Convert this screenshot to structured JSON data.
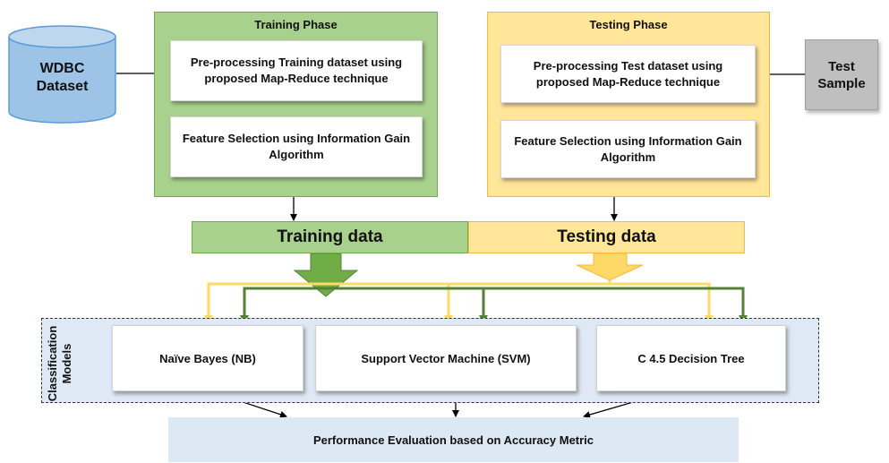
{
  "dataset": {
    "label_line1": "WDBC",
    "label_line2": "Dataset"
  },
  "test_sample": {
    "label_line1": "Test",
    "label_line2": "Sample"
  },
  "training_phase": {
    "title": "Training Phase",
    "preprocess": "Pre-processing Training dataset using proposed Map-Reduce technique",
    "feature_selection": "Feature Selection using Information Gain Algorithm"
  },
  "testing_phase": {
    "title": "Testing Phase",
    "preprocess": "Pre-processing Test dataset using proposed Map-Reduce technique",
    "feature_selection": "Feature Selection using Information Gain Algorithm"
  },
  "data_split": {
    "training_label": "Training data",
    "testing_label": "Testing data"
  },
  "classification": {
    "label_line1": "Classification",
    "label_line2": "Models",
    "models": [
      "Naïve Bayes (NB)",
      "Support Vector Machine (SVM)",
      "C 4.5 Decision Tree"
    ]
  },
  "evaluation": {
    "label": "Performance Evaluation based on Accuracy Metric"
  },
  "colors": {
    "training_fill": "#a9d18e",
    "training_border": "#70ad47",
    "training_arrow": "#548235",
    "testing_fill": "#ffe699",
    "testing_border": "#f4b942",
    "testing_arrow": "#ffd966",
    "cylinder_fill": "#9dc3e6",
    "test_sample_fill": "#bfbfbf",
    "models_bg": "#dfe9f5",
    "evaluation_bg": "#dce8f4"
  }
}
